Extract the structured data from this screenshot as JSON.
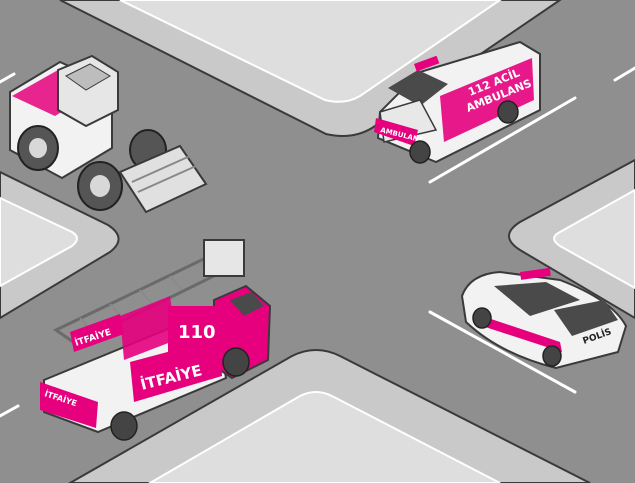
{
  "colors": {
    "road": "#8f8f8f",
    "sidewalk": "#c9c9c9",
    "block": "#dedede",
    "lane_line": "#ffffff",
    "accent": "#e6007e",
    "vehicle_body": "#f2f2f2",
    "outline": "#3a3a3a"
  },
  "vehicles": {
    "ambulance": {
      "icon": "ambulance-icon",
      "side_line1": "112 ACİL",
      "side_line2": "AMBULANS",
      "front_text": "AMBULANS"
    },
    "fire_truck": {
      "icon": "fire-truck-icon",
      "number": "110",
      "side_text": "İTFAİYE",
      "boom_text": "İTFAİYE",
      "bumper_text": "İTFAİYE"
    },
    "police_car": {
      "icon": "police-car-icon",
      "side_text": "POLİS"
    },
    "loader": {
      "icon": "wheel-loader-icon"
    }
  }
}
